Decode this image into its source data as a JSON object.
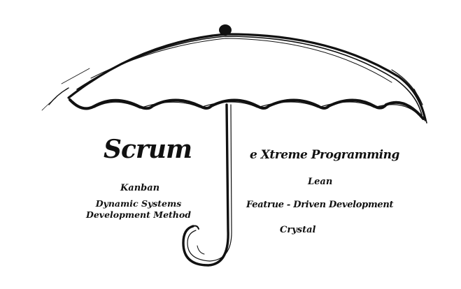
{
  "diagram": {
    "labels": {
      "scrum": "Scrum",
      "kanban": "Kanban",
      "dsdm": "Dynamic Systems Development Method",
      "xp": "e Xtreme Programming",
      "lean": "Lean",
      "fdd": "Featrue - Driven Development",
      "crystal": "Crystal"
    }
  },
  "colors": {
    "ink": "#111111",
    "background": "#ffffff"
  }
}
